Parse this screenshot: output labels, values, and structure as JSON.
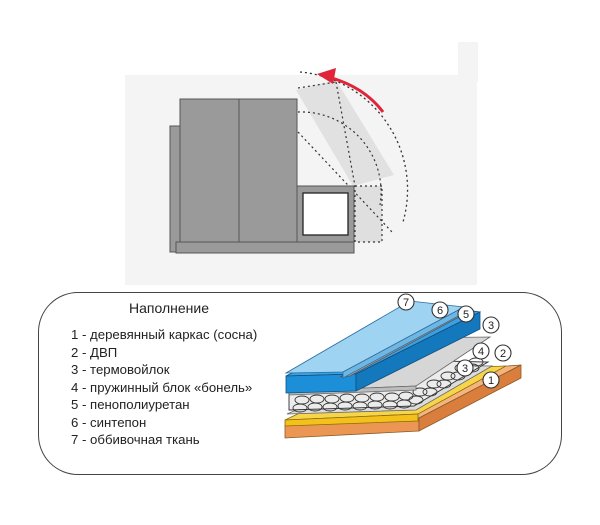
{
  "legend": {
    "title": "Наполнение",
    "items": [
      "1 - деревянный каркас (сосна)",
      "2 - ДВП",
      "3 - термовойлок",
      "4 - пружинный блок «бонель»",
      "5 - пенополиуретан",
      "6 - синтепон",
      "7 - оббивочная ткань"
    ]
  },
  "callouts": [
    "7",
    "6",
    "5",
    "3",
    "4",
    "2",
    "3",
    "1"
  ],
  "colors": {
    "sofa_gray": "#9a9a9a",
    "rotation_arrow": "#e0243a",
    "fabric_blue": "#7fc4ec",
    "foam_blue": "#1d8fd8",
    "batting_gray": "#a8a8a8",
    "fiberboard_yellow": "#f3c11a",
    "frame_orange": "#f0a060"
  }
}
